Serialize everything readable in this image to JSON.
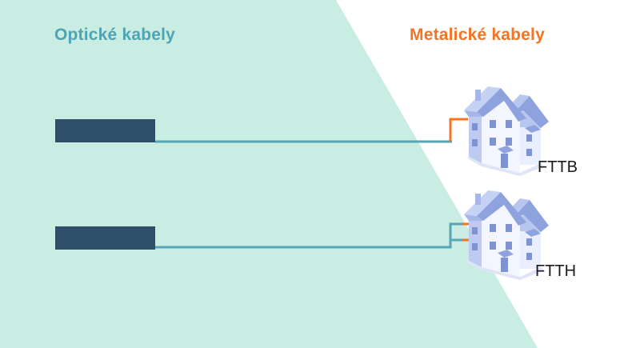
{
  "headings": {
    "optical": "Optické kabely",
    "metallic": "Metalické kabely"
  },
  "connections": [
    {
      "label": "FTTB"
    },
    {
      "label": "FTTH"
    }
  ],
  "colors": {
    "optical_zone": "#c9ede2",
    "optical_heading": "#4fa3b3",
    "metallic_heading": "#f37425",
    "source_box": "#2d4f6a",
    "fiber_line": "#56a5b4",
    "copper_line": "#f37425"
  },
  "icons": {
    "source": "network-node-box",
    "building": "house-icon"
  }
}
